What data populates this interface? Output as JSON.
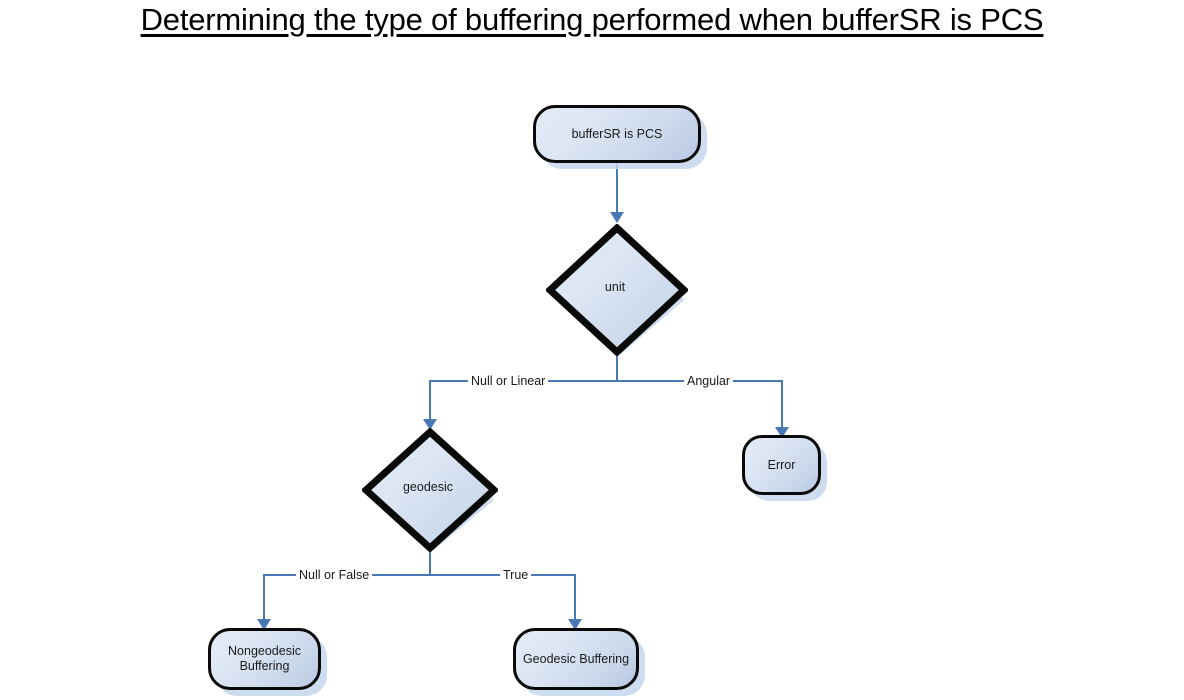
{
  "page": {
    "title": "Determining the type of buffering performed when bufferSR is PCS",
    "background_color": "#ffffff"
  },
  "theme": {
    "node_border_color": "#0a0a0a",
    "node_fill_light": "#e4ecf7",
    "node_fill_dark": "#b9c9e3",
    "node_shadow_color": "#c6d6ec",
    "connector_color": "#4a78b4",
    "text_color": "#1a1a1a"
  },
  "flowchart": {
    "nodes": [
      {
        "id": "start",
        "label": "bufferSR is PCS",
        "shape": "rounded-rectangle"
      },
      {
        "id": "unit",
        "label": "unit",
        "shape": "diamond"
      },
      {
        "id": "error",
        "label": "Error",
        "shape": "rounded-rectangle"
      },
      {
        "id": "geodesic",
        "label": "geodesic",
        "shape": "diamond"
      },
      {
        "id": "nongeodesic",
        "label_line1": "Nongeodesic",
        "label_line2": "Buffering",
        "shape": "rounded-rectangle"
      },
      {
        "id": "geodesic_buf",
        "label": "Geodesic Buffering",
        "shape": "rounded-rectangle"
      }
    ],
    "edges": [
      {
        "from": "start",
        "to": "unit",
        "label": ""
      },
      {
        "from": "unit",
        "to": "geodesic",
        "label": "Null or Linear"
      },
      {
        "from": "unit",
        "to": "error",
        "label": "Angular"
      },
      {
        "from": "geodesic",
        "to": "nongeodesic",
        "label": "Null or False"
      },
      {
        "from": "geodesic",
        "to": "geodesic_buf",
        "label": "True"
      }
    ]
  }
}
